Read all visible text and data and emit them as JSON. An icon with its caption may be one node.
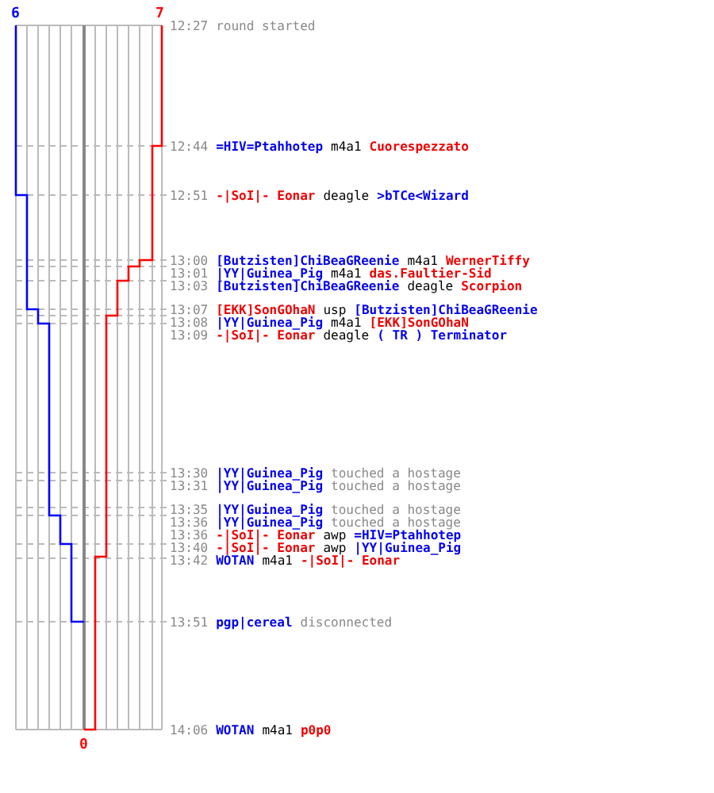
{
  "diagram": {
    "labels": [
      "6",
      "7",
      "12:27",
      "round started",
      "12:44",
      "=HIV=Ptahhotep",
      "m4a1",
      "Cuorespezzato",
      "12:51",
      "-|SoI|- Eonar",
      "deagle",
      ">bTCe<Wizard",
      "13:00",
      "[Butzisten]ChiBeaGReenie",
      "m4a1",
      "WernerTiffy",
      "13:01",
      "|YY|Guinea_Pig",
      "m4a1",
      "das.Faultier-Sid",
      "13:03",
      "[Butzisten]ChiBeaGReenie",
      "deagle",
      "Scorpion",
      "13:07",
      "[EKK]SonGOhaN",
      "usp",
      "[Butzisten]ChiBeaGReenie",
      "13:08",
      "|YY|Guinea_Pig",
      "m4a1",
      "[EKK]SonGOhaN",
      "13:09",
      "-|SoI|- Eonar",
      "deagle",
      "( TR ) Terminator",
      "13:30",
      "|YY|Guinea_Pig",
      "touched a hostage",
      "13:31",
      "|YY|Guinea_Pig",
      "touched a hostage",
      "13:35",
      "|YY|Guinea_Pig",
      "touched a hostage",
      "13:36",
      "|YY|Guinea_Pig",
      "touched a hostage",
      "13:36",
      "-|SoI|- Eonar",
      "awp",
      "=HIV=Ptahhotep",
      "13:40",
      "-|SoI|- Eonar",
      "awp",
      "|YY|Guinea_Pig",
      "13:42",
      "WOTAN",
      "m4a1",
      "-|SoI|- Eonar",
      "13:51",
      "pgp|cereal",
      "disconnected",
      "14:06",
      "WOTAN",
      "m4a1",
      "p0p0",
      "0"
    ]
  }
}
